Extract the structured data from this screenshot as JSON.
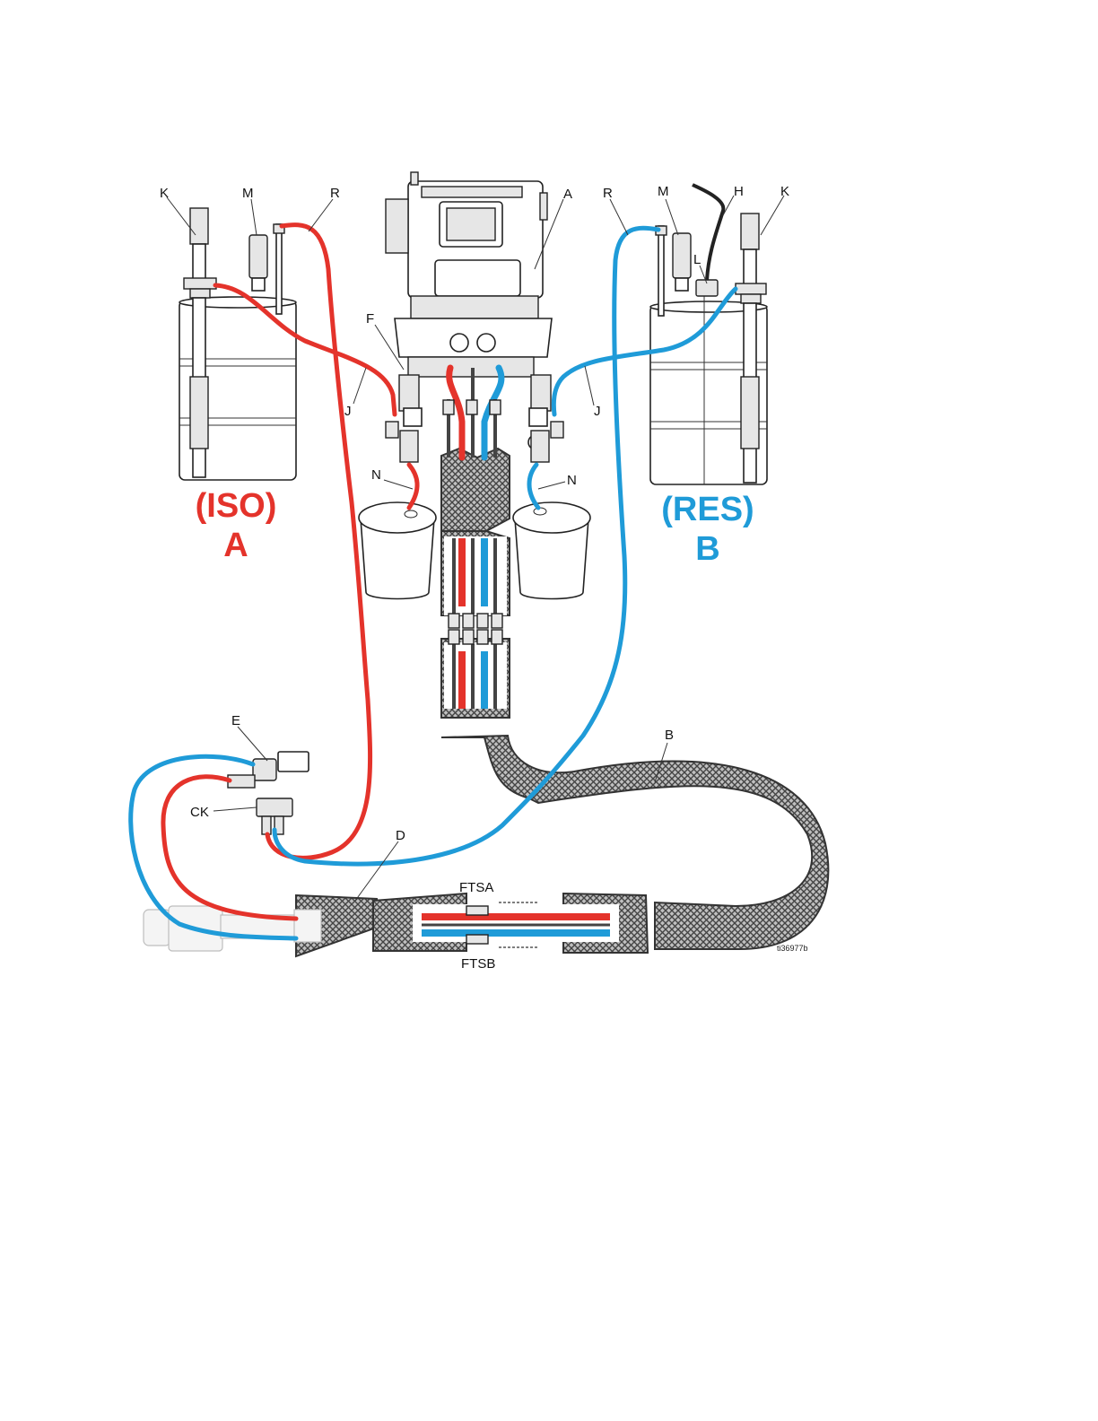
{
  "diagram": {
    "colors": {
      "iso": "#e4332b",
      "res": "#1f9bd8",
      "hatch_dark": "#444444",
      "hatch_light": "#bfbfbf"
    },
    "side_titles": {
      "iso_line1": "(ISO)",
      "iso_line2": "A",
      "res_line1": "(RES)",
      "res_line2": "B"
    },
    "labels": {
      "k_left": "K",
      "m_left": "M",
      "r_left": "R",
      "a_top": "A",
      "r_right": "R",
      "m_right": "M",
      "h_right": "H",
      "k_right": "K",
      "l_right": "L",
      "f": "F",
      "j_left": "J",
      "j_right": "J",
      "n_left": "N",
      "n_right": "N",
      "e": "E",
      "ck": "CK",
      "b": "B",
      "d": "D",
      "ftsa": "FTSA",
      "ftsb": "FTSB"
    },
    "figure_id": "ti36977b"
  }
}
